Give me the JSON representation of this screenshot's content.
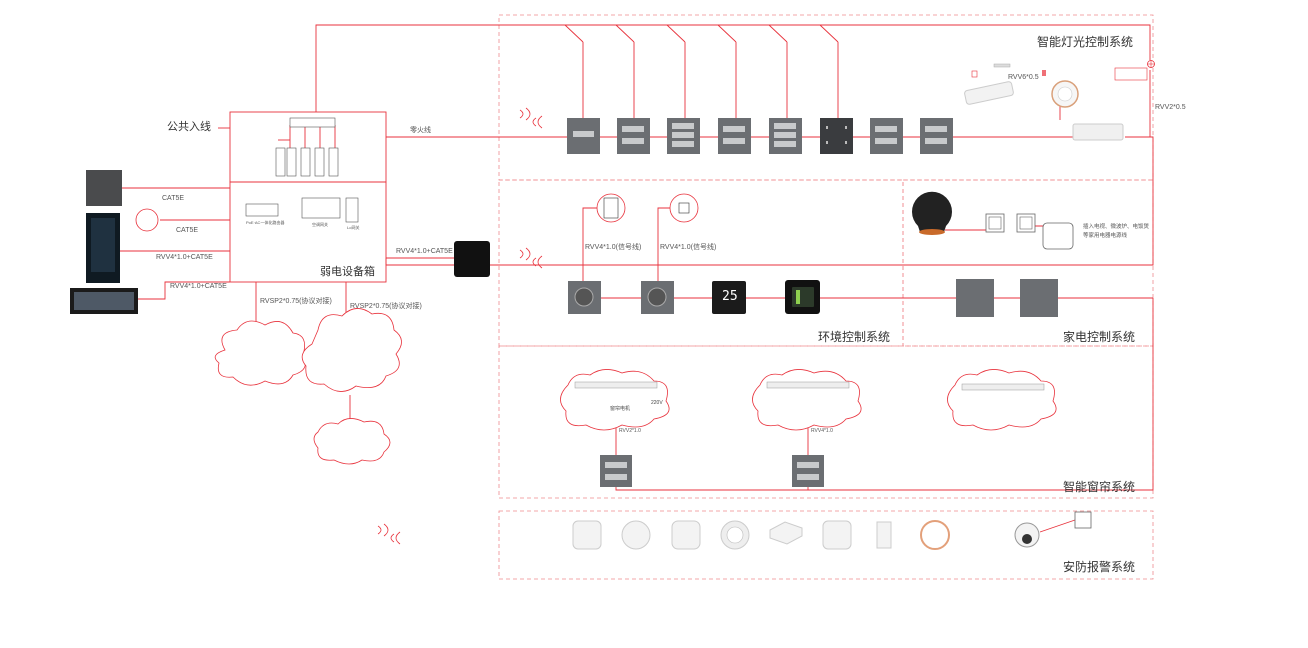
{
  "systems": {
    "lighting": "智能灯光控制系统",
    "environment": "环境控制系统",
    "appliance": "家电控制系统",
    "curtain": "智能窗帘系统",
    "security": "安防报警系统"
  },
  "cabinet": {
    "title": "弱电设备箱",
    "router_label": "PoE·AC一体化路由器",
    "gateway_label": "空调网关",
    "hub_label": "Lo网关"
  },
  "labels": {
    "public_line": "公共入线",
    "neutral_live": "零火线",
    "cat5e_1": "CAT5E",
    "cat5e_2": "CAT5E",
    "rvv4_cat5e_1": "RVV4*1.0+CAT5E",
    "rvv4_cat5e_2": "RVV4*1.0+CAT5E",
    "rvv4_cat5e_3": "RVV4*1.0+CAT5E",
    "rvsp_1": "RVSP2*0.75(协议对接)",
    "rvsp_2": "RVSP2*0.75(协议对接)",
    "rvv6": "RVV6*0.5",
    "rvv2": "RVV2*0.5",
    "rvv4_sig_1": "RVV4*1.0(信号线)",
    "rvv4_sig_2": "RVV4*1.0(信号线)",
    "rvv2_curtain": "RVV2*1.0",
    "rvv4_curtain": "RVV4*1.0",
    "thermostat_display": "25",
    "curtain_motor": "窗帘电机",
    "curtain_220": "220V",
    "socket_note_1": "插入电视、微波炉、电饭煲",
    "socket_note_2": "等家用电器电源线"
  },
  "colors": {
    "wire": "#e8323c",
    "panel": "#6b6e72",
    "panel_dark": "#3a3c3f",
    "dash": "#ef8a8f"
  }
}
